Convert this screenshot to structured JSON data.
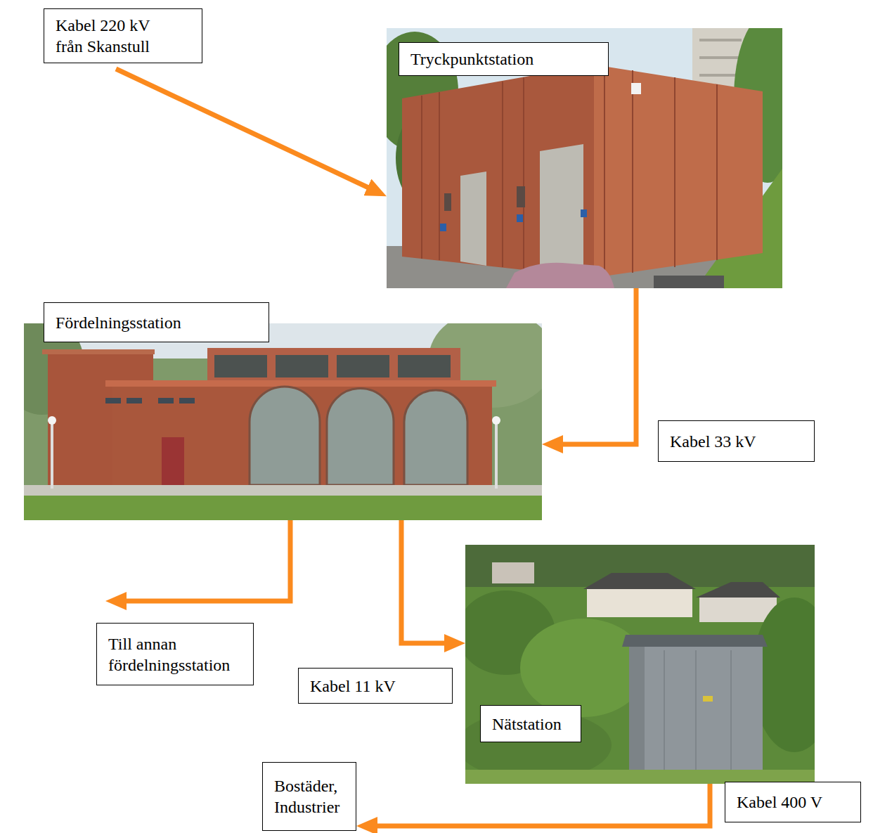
{
  "diagram": {
    "nodes": [
      {
        "text": [
          "Kabel 220 kV från Skanstull"
        ]
      },
      {
        "text": [
          "Tryckpunktstation"
        ]
      },
      {
        "text": [
          "Fördelningsstation"
        ]
      },
      {
        "text": [
          "Kabel 33 kV"
        ]
      },
      {
        "text": [
          "Till annan fördelningsstation"
        ]
      },
      {
        "text": [
          "Kabel 11 kV"
        ]
      },
      {
        "text": [
          "Nätstation"
        ]
      },
      {
        "text": [
          "Bostäder, Industrier"
        ]
      },
      {
        "text": [
          "Kabel 400 V"
        ]
      }
    ],
    "edges": [
      {
        "from": 0,
        "to": 1,
        "arrow": "to"
      },
      {
        "from": 1,
        "to": 2,
        "arrow": "to"
      },
      {
        "from": 2,
        "to": 4,
        "arrow": "to"
      },
      {
        "from": 2,
        "to": 6,
        "arrow": "to"
      },
      {
        "from": 6,
        "to": 7,
        "arrow": "to"
      }
    ]
  }
}
